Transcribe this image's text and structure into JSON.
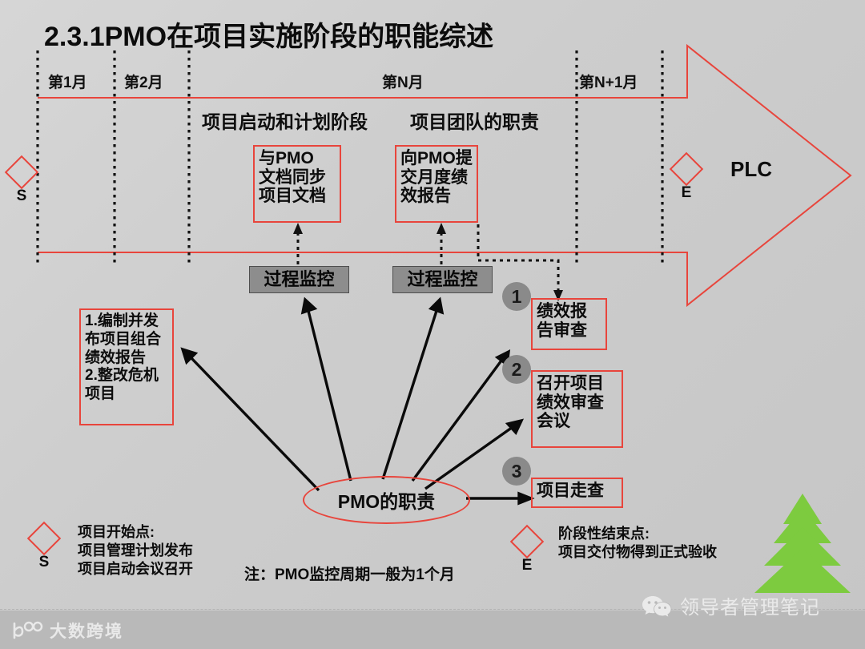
{
  "title": "2.3.1PMO在项目实施阶段的职能综述",
  "timeline": {
    "months": [
      {
        "label": "第1月"
      },
      {
        "label": "第2月"
      },
      {
        "label": "第N月"
      },
      {
        "label": "第N+1月"
      }
    ],
    "phase_labels": [
      {
        "label": "项目启动和计划阶段"
      },
      {
        "label": "项目团队的职责"
      }
    ],
    "plc_label": "PLC",
    "start_marker": "S",
    "end_marker": "E"
  },
  "doc_boxes": [
    {
      "label": "与PMO\n文档同步\n项目文档"
    },
    {
      "label": "向PMO提\n交月度绩\n效报告"
    }
  ],
  "monitor_boxes": [
    {
      "label": "过程监控"
    },
    {
      "label": "过程监控"
    }
  ],
  "notes_box": {
    "label": "1.编制并发\n布项目组合\n绩效报告\n2.整改危机\n项目"
  },
  "pmo_node": {
    "label": "PMO的职责"
  },
  "tasks": [
    {
      "number": "1",
      "label": "绩效报\n告审查"
    },
    {
      "number": "2",
      "label": "召开项目\n绩效审查\n会议"
    },
    {
      "number": "3",
      "label": "项目走查"
    }
  ],
  "legend": {
    "start": {
      "marker": "S",
      "label": "项目开始点:\n项目管理计划发布\n项目启动会议召开"
    },
    "end": {
      "marker": "E",
      "label": "阶段性结束点:\n项目交付物得到正式验收"
    },
    "note": "注：PMO监控周期一般为1个月"
  },
  "footer": {
    "brand": "大数跨境",
    "watermark": "领导者管理笔记"
  },
  "colors": {
    "accent_red": "#e8453c",
    "gray_box": "#8d8d8d",
    "badge_gray": "#8a8a8a",
    "tree_green": "#7dcb3f",
    "background": "#cdcdcd"
  }
}
